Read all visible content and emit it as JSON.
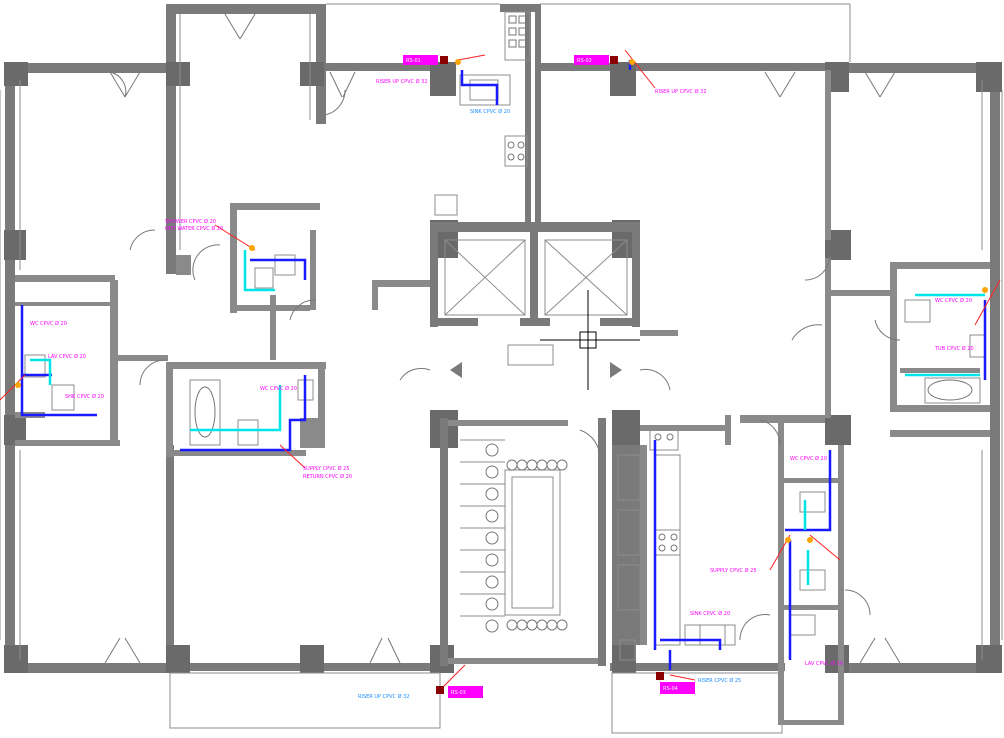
{
  "colors": {
    "wall": "#7a7a7a",
    "background": "#ffffff",
    "supply_pipe": "#1a1aff",
    "hot_pipe": "#00e5e5",
    "tag": "#ff00ff",
    "leader": "#ff2020",
    "riser": "#8b0000",
    "valve": "#ffa500"
  },
  "riser_tags": {
    "top_left": "RS-01",
    "top_right": "RS-02",
    "bottom_center": "RS-03",
    "bottom_right": "RS-04"
  },
  "labels": {
    "top_left_riser_note": "RISER UP CPVC Ø 32",
    "top_right_riser_note": "RISER UP CPVC Ø 32",
    "top_kitchen_sink": "SINK CPVC Ø 20",
    "left_bath_upper_a": "SHOWER CPVC Ø 20",
    "left_bath_upper_b": "HOT WATER CPVC Ø 20",
    "left_wing_wc": "WC CPVC Ø 20",
    "left_wing_lav": "LAV CPVC Ø 20",
    "left_wing_shower": "SHR CPVC Ø 20",
    "center_bath_wc": "WC CPVC Ø 20",
    "center_bath_note_a": "SUPPLY CPVC Ø 25",
    "center_bath_note_b": "RETURN CPVC Ø 20",
    "right_wing_wc": "WC CPVC Ø 20",
    "right_wing_tub": "TUB CPVC Ø 20",
    "right_core_wc": "WC CPVC Ø 20",
    "right_core_note": "SUPPLY CPVC Ø 25",
    "right_kitchen_sink": "SINK CPVC Ø 20",
    "bottom_riser_note": "RISER UP CPVC Ø 32",
    "bottom_right_note": "RISER CPVC Ø 25",
    "bottom_right_lav": "LAV CPVC Ø 20"
  }
}
